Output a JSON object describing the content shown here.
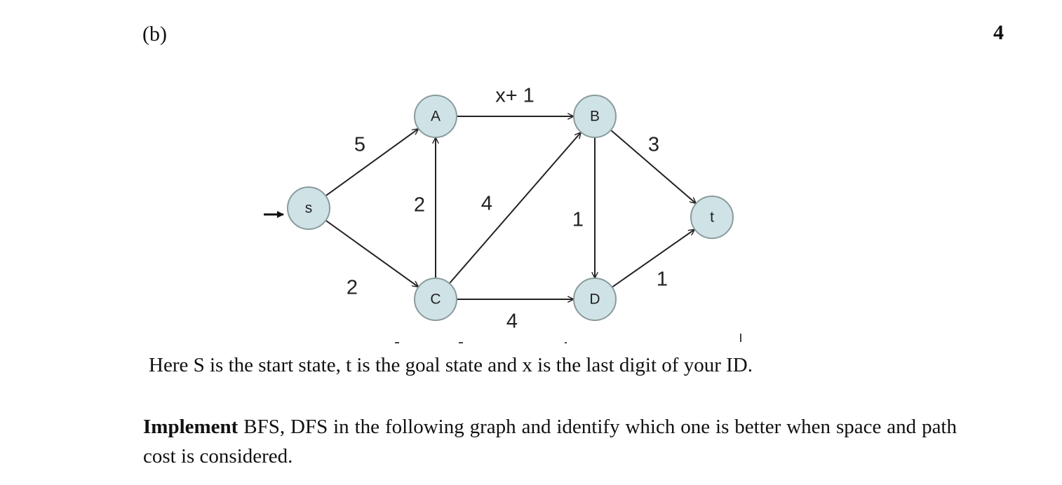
{
  "header": {
    "part": "(b)",
    "marks": "4"
  },
  "graph": {
    "nodes": [
      {
        "id": "s",
        "label": "s"
      },
      {
        "id": "A",
        "label": "A"
      },
      {
        "id": "B",
        "label": "B"
      },
      {
        "id": "C",
        "label": "C"
      },
      {
        "id": "D",
        "label": "D"
      },
      {
        "id": "t",
        "label": "t"
      }
    ],
    "edges": [
      {
        "from": "s",
        "to": "A",
        "weight": "5"
      },
      {
        "from": "s",
        "to": "C",
        "weight": "2"
      },
      {
        "from": "A",
        "to": "B",
        "weight": "x+ 1"
      },
      {
        "from": "C",
        "to": "A",
        "weight": "2"
      },
      {
        "from": "C",
        "to": "B",
        "weight": "4"
      },
      {
        "from": "C",
        "to": "D",
        "weight": "4"
      },
      {
        "from": "B",
        "to": "D",
        "weight": "1"
      },
      {
        "from": "B",
        "to": "t",
        "weight": "3"
      },
      {
        "from": "D",
        "to": "t",
        "weight": "1"
      }
    ],
    "start_node": "s",
    "node_fill": "#cfe3e6",
    "node_stroke": "#8a9a9c"
  },
  "note": "Here S is the start state, t is the goal state and x is the last digit of your ID.",
  "question": {
    "bold": "Implement",
    "rest": " BFS, DFS in the following graph and identify which one is better when space and path cost is considered."
  }
}
